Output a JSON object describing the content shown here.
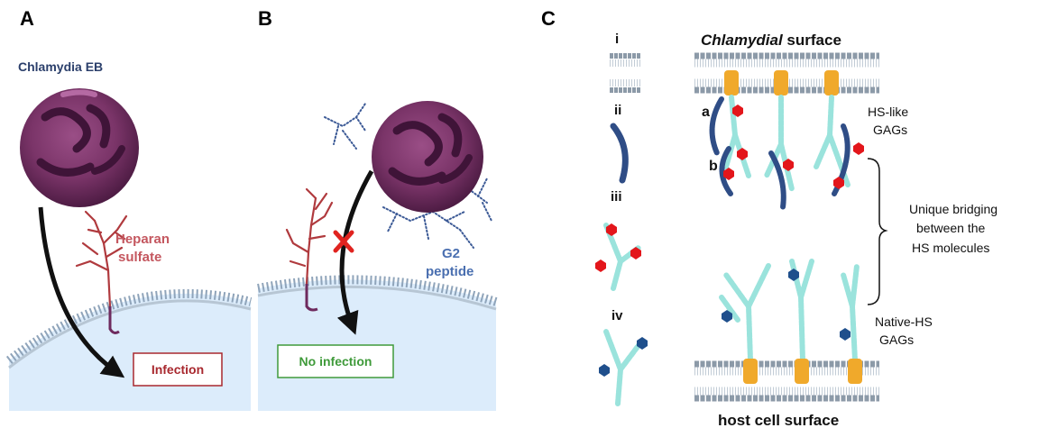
{
  "panels": {
    "a": "A",
    "b": "B",
    "c": "C"
  },
  "panel_a": {
    "eb_label": "Chlamydia EB",
    "hs_label_line1": "Heparan",
    "hs_label_line2": "sulfate",
    "result": "Infection"
  },
  "panel_b": {
    "g2_line1": "G2",
    "g2_line2": "peptide",
    "result": "No infection"
  },
  "panel_c": {
    "roman": [
      "i",
      "ii",
      "iii",
      "iv"
    ],
    "top_surface_italic": "Chlamydial",
    "top_surface_rest": " surface",
    "bottom_surface": "host cell surface",
    "label_a": "a",
    "label_b": "b",
    "hs_like_line1": "HS-like",
    "hs_like_line2": "GAGs",
    "bridging_line1": "Unique bridging",
    "bridging_line2": "between the",
    "bridging_line3": "HS molecules",
    "native_line1": "Native-HS",
    "native_line2": "GAGs"
  },
  "colors": {
    "eb_purple": "#6e2a5e",
    "heparan_red": "#b03a3e",
    "infection_red": "#a8282e",
    "no_infection_green": "#3f9a3a",
    "g2_blue": "#4a6fb0",
    "membrane_grey": "#8c9aa8",
    "cell_blue": "#dcecfb",
    "cyan_chain": "#9ae3dc",
    "dark_blue_chain": "#2f4d86",
    "hex_red": "#e3161b",
    "hex_blue": "#1f4f8c",
    "orange_protein": "#f0a92b"
  },
  "icons": [
    "red-x-icon",
    "curved-arrow-icon",
    "bracket-icon"
  ]
}
